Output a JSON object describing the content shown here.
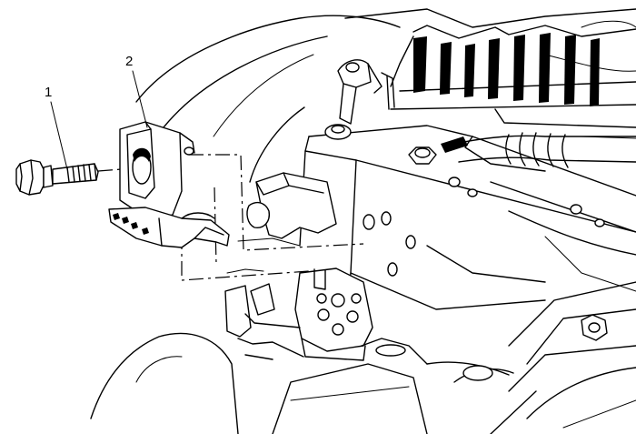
{
  "callouts": [
    {
      "label": "1",
      "part": "bolt"
    },
    {
      "label": "2",
      "part": "bracket"
    }
  ]
}
